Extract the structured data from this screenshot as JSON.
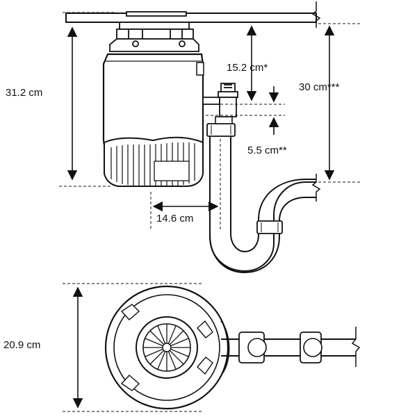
{
  "dimensions": {
    "disposer_height": "31.2 cm",
    "inlet_drop": "15.2 cm*",
    "outlet_to_trap": "30 cm***",
    "inlet_to_outlet": "5.5 cm**",
    "centerline_offset": "14.6 cm",
    "unit_diameter": "20.9 cm"
  },
  "colors": {
    "ink": "#111111",
    "background": "#ffffff"
  }
}
